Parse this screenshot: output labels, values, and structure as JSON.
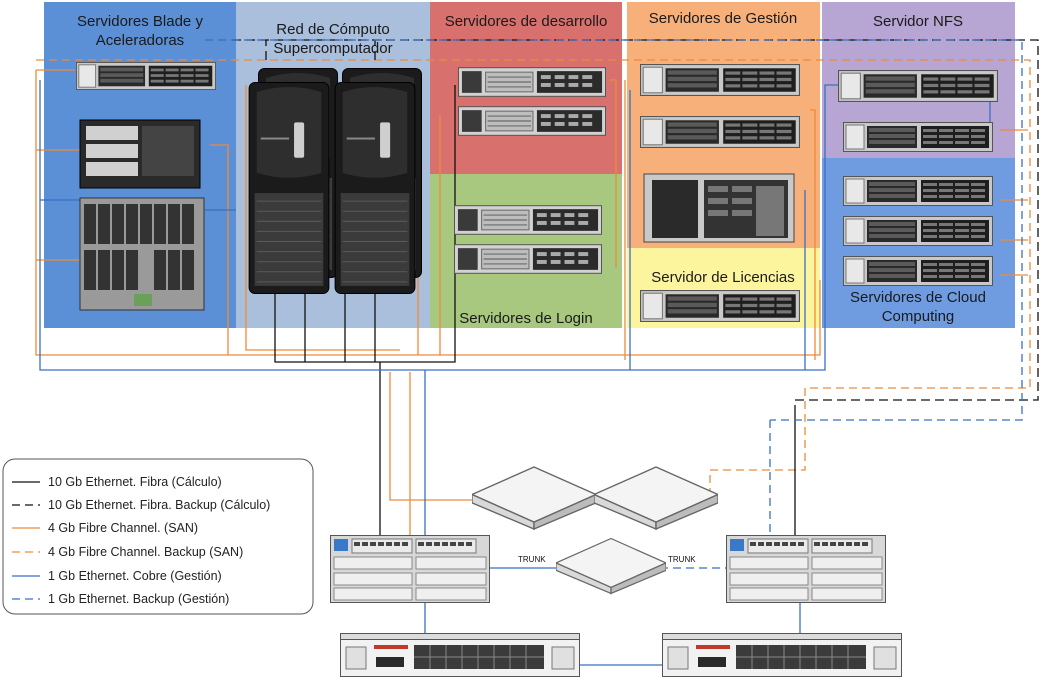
{
  "zones": {
    "blade": {
      "title_line1": "Servidores Blade y",
      "title_line2": "Aceleradoras",
      "color": "#5b8fd6"
    },
    "supercomputer": {
      "title_line1": "Red de Cómputo",
      "title_line2": "Supercomputador",
      "color": "#a9bfdc"
    },
    "development": {
      "title": "Servidores de desarrollo",
      "color": "#d8716d"
    },
    "login": {
      "title": "Servidores de Login",
      "color": "#a8c880"
    },
    "management": {
      "title": "Servidores de Gestión",
      "color": "#f7b07a"
    },
    "licenses": {
      "title": "Servidor de Licencias",
      "color": "#fdf59e"
    },
    "nfs": {
      "title": "Servidor NFS",
      "color": "#b7a5d3"
    },
    "cloud": {
      "title_line1": "Servidores de Cloud",
      "title_line2": "Computing",
      "color": "#6f9ce0"
    }
  },
  "links": {
    "trunk_left": "TRUNK",
    "trunk_right": "TRUNK"
  },
  "legend": {
    "items": [
      {
        "label": "10 Gb Ethernet. Fibra (Cálculo)",
        "color": "#111111",
        "style": "solid"
      },
      {
        "label": "10 Gb Ethernet. Fibra. Backup (Cálculo)",
        "color": "#111111",
        "style": "dashed"
      },
      {
        "label": "4 Gb Fibre Channel. (SAN)",
        "color": "#ee8a3a",
        "style": "solid"
      },
      {
        "label": "4 Gb Fibre Channel. Backup (SAN)",
        "color": "#ee8a3a",
        "style": "dashed"
      },
      {
        "label": "1 Gb Ethernet. Cobre (Gestión)",
        "color": "#3a6fc2",
        "style": "solid"
      },
      {
        "label": "1 Gb Ethernet. Backup (Gestión)",
        "color": "#3a6fc2",
        "style": "dashed"
      }
    ]
  },
  "colors": {
    "black_link": "#111111",
    "orange_link": "#ee8a3a",
    "blue_link": "#3a6fc2"
  }
}
